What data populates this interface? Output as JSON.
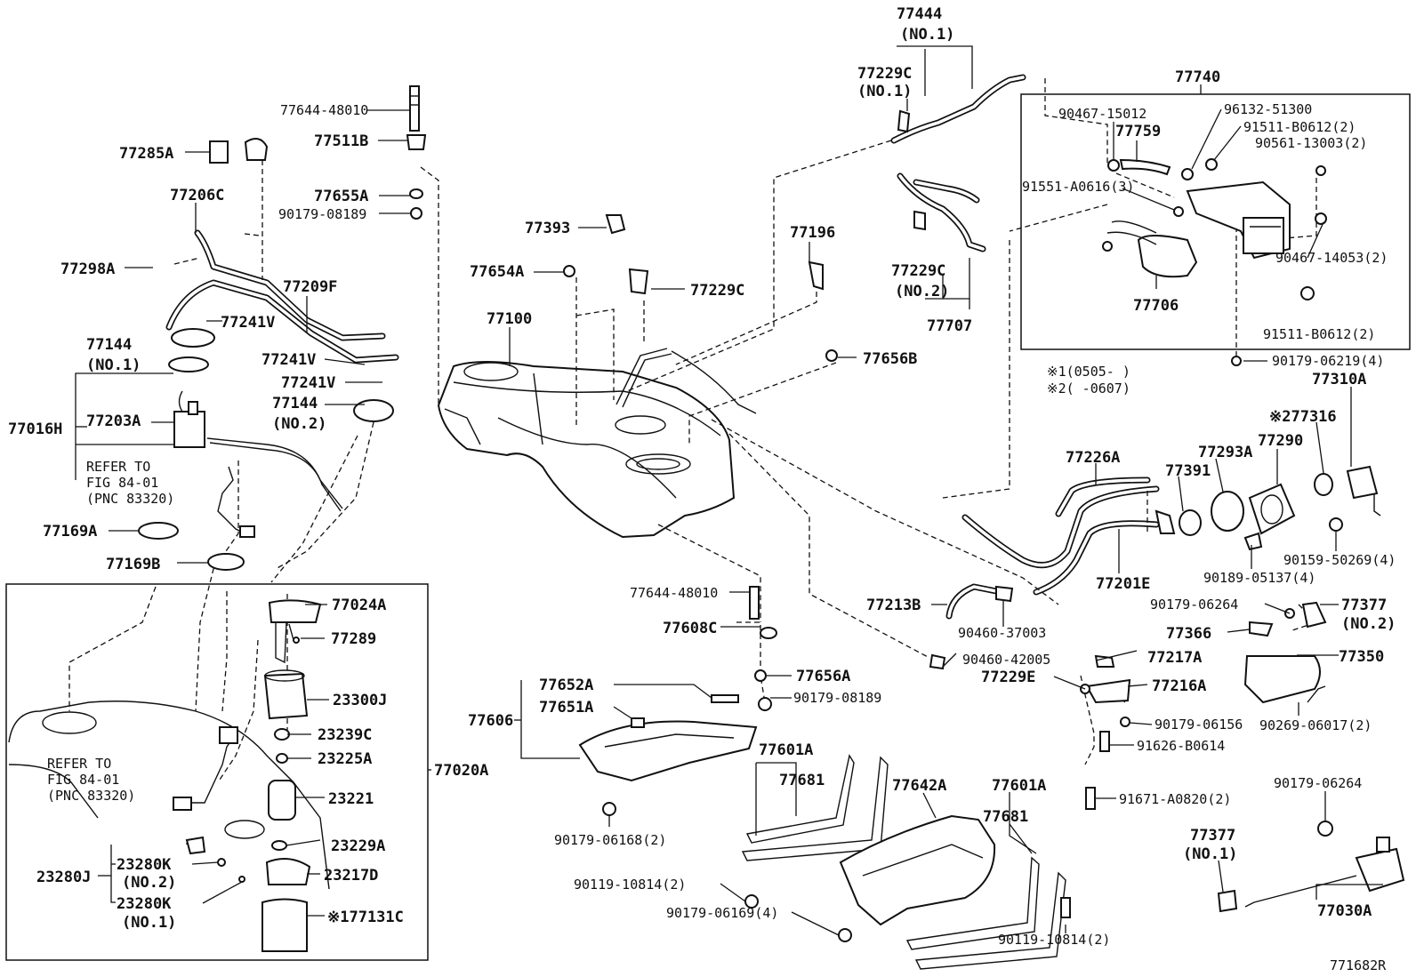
{
  "callouts": {
    "p77444": "77444",
    "no1_77444": "(NO.1)",
    "p77229C_a": "77229C",
    "no1_77229C": "(NO.1)",
    "p77740": "77740",
    "p90467_15012": "90467-15012",
    "p96132_51300": "96132-51300",
    "p91511_B0612_2": "91511-B0612(2)",
    "p90561_13003": "90561-13003(2)",
    "p77759": "77759",
    "p91551_A0616": "91551-A0616(3)",
    "p90467_14053": "90467-14053(2)",
    "p77706": "77706",
    "p91511_B0612_2b": "91511-B0612(2)",
    "p90179_06219": "90179-06219(4)",
    "note1": "※1(0505-    )",
    "note2": "※2(    -0607)",
    "p77644_48010_a": "77644-48010",
    "p77511B": "77511B",
    "p77285A": "77285A",
    "p77655A": "77655A",
    "p90179_08189_a": "90179-08189",
    "p77206C": "77206C",
    "p77393": "77393",
    "p77196": "77196",
    "p77229C_b": "77229C",
    "no2_77229C": "(NO.2)",
    "p77707": "77707",
    "p77298A": "77298A",
    "p77209F": "77209F",
    "p77654A": "77654A",
    "p77229C_c": "77229C",
    "p77241V_a": "77241V",
    "p77144_a": "77144",
    "no1_77144": "(NO.1)",
    "p77100": "77100",
    "p77656B": "77656B",
    "p77241V_b": "77241V",
    "p77241V_c": "77241V",
    "p77144_b": "77144",
    "no2_77144": "(NO.2)",
    "p77016H": "77016H",
    "p77203A": "77203A",
    "refer1_a": "REFER TO",
    "refer1_b": "FIG 84-01",
    "refer1_c": "(PNC 83320)",
    "p77310A": "77310A",
    "p77316": "※277316",
    "p77290": "77290",
    "p77293A": "77293A",
    "p77226A": "77226A",
    "p77391": "77391",
    "p77169A": "77169A",
    "p77169B": "77169B",
    "p90189_05137": "90189-05137(4)",
    "p90159_50269": "90159-50269(4)",
    "p77201E": "77201E",
    "p77644_48010_b": "77644-48010",
    "p77024A": "77024A",
    "p77213B": "77213B",
    "p90179_06264_a": "90179-06264",
    "p77377_no2": "77377",
    "no2_77377": "(NO.2)",
    "p77608C": "77608C",
    "p77289": "77289",
    "p90460_37003": "90460-37003",
    "p77366": "77366",
    "p90460_42005": "90460-42005",
    "p77217A": "77217A",
    "p77350": "77350",
    "p77656A": "77656A",
    "p77652A": "77652A",
    "p23300J": "23300J",
    "p77229E": "77229E",
    "p77216A": "77216A",
    "p77651A": "77651A",
    "p90179_08189_b": "90179-08189",
    "p77606": "77606",
    "p90179_06156": "90179-06156",
    "p90269_06017": "90269-06017(2)",
    "p23239C": "23239C",
    "p91626_B0614": "91626-B0614",
    "p77601A_a": "77601A",
    "refer2_a": "REFER TO",
    "refer2_b": "FIG 84-01",
    "refer2_c": "(PNC 83320)",
    "p23225A": "23225A",
    "p77020A": "77020A",
    "p77681_a": "77681",
    "p77642A": "77642A",
    "p77601A_b": "77601A",
    "p23221": "23221",
    "p91671_A0820": "91671-A0820(2)",
    "p90179_06264_b": "90179-06264",
    "p77681_b": "77681",
    "p90179_06168": "90179-06168(2)",
    "p23229A": "23229A",
    "p77377_no1": "77377",
    "no1_77377": "(NO.1)",
    "p23280K_no2": "23280K",
    "no2_23280K": "(NO.2)",
    "p23280J": "23280J",
    "p23217D": "23217D",
    "p90119_10814_a": "90119-10814(2)",
    "p23280K_no1": "23280K",
    "no1_23280K": "(NO.1)",
    "p90179_06169": "90179-06169(4)",
    "p77131C": "※177131C",
    "p77030A": "77030A",
    "p90119_10814_b": "90119-10814(2)",
    "figure_id": "771682R"
  }
}
